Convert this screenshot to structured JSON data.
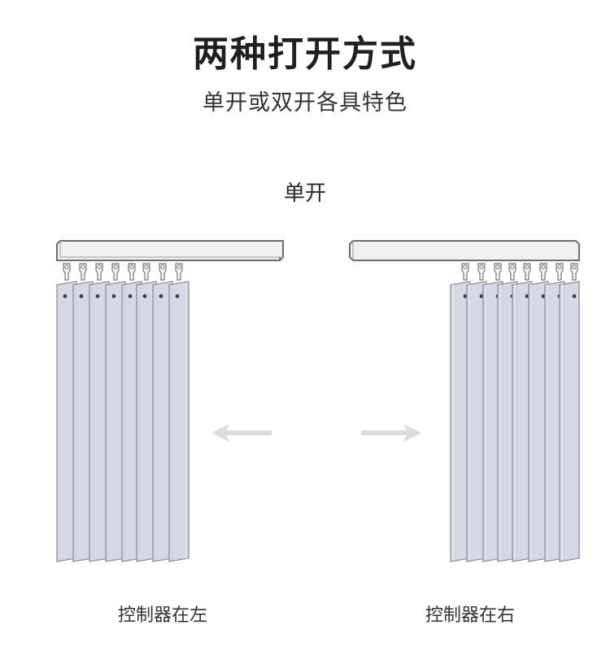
{
  "header": {
    "title": "两种打开方式",
    "subtitle": "单开或双开各具特色"
  },
  "section": {
    "label": "单开"
  },
  "panels": {
    "left": {
      "caption": "控制器在左",
      "direction": "arrow-left"
    },
    "right": {
      "caption": "控制器在右",
      "direction": "arrow-right"
    }
  },
  "colors": {
    "slat_fill": "#d4d6e4",
    "slat_stroke": "#8e8f96",
    "track_fill": "#f1f1f3",
    "track_stroke": "#6d6d72",
    "arrow": "#dcdcdc"
  }
}
